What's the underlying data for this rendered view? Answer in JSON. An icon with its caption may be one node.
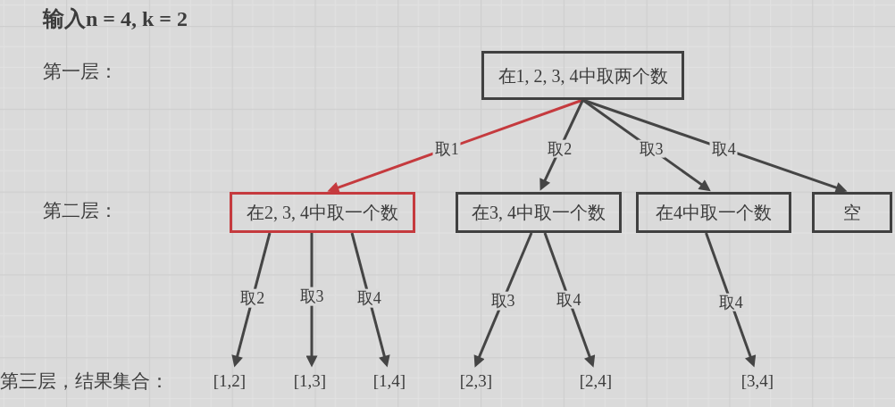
{
  "diagram": {
    "title": "输入n = 4, k = 2",
    "nodes": [
      {
        "text": [
          "在1, 2, 3, 4中取两个数"
        ]
      },
      {
        "text": [
          "在2, 3, 4中取一个数"
        ]
      },
      {
        "text": [
          "在3, 4中取一个数"
        ]
      },
      {
        "text": [
          "在4中取一个数"
        ]
      },
      {
        "text": [
          "空"
        ]
      },
      {
        "text": [
          "[1,2]"
        ]
      },
      {
        "text": [
          "[1,3]"
        ]
      },
      {
        "text": [
          "[1,4]"
        ]
      },
      {
        "text": [
          "[2,3]"
        ]
      },
      {
        "text": [
          "[2,4]"
        ]
      },
      {
        "text": [
          "[3,4]"
        ]
      }
    ],
    "edges": [
      {
        "from": 0,
        "to": 1,
        "arrow": "to",
        "label": "取1",
        "color": "#c53a3e"
      },
      {
        "from": 0,
        "to": 2,
        "arrow": "to",
        "label": "取2"
      },
      {
        "from": 0,
        "to": 3,
        "arrow": "to",
        "label": "取3"
      },
      {
        "from": 0,
        "to": 4,
        "arrow": "to",
        "label": "取4"
      },
      {
        "from": 1,
        "to": 5,
        "arrow": "to",
        "label": "取2"
      },
      {
        "from": 1,
        "to": 6,
        "arrow": "to",
        "label": "取3"
      },
      {
        "from": 1,
        "to": 7,
        "arrow": "to",
        "label": "取4"
      },
      {
        "from": 2,
        "to": 8,
        "arrow": "to",
        "label": "取3"
      },
      {
        "from": 2,
        "to": 9,
        "arrow": "to",
        "label": "取4"
      },
      {
        "from": 3,
        "to": 10,
        "arrow": "to",
        "label": "取4"
      }
    ],
    "labels": [
      "第一层：",
      "第二层：",
      "第三层，结果集合："
    ]
  }
}
